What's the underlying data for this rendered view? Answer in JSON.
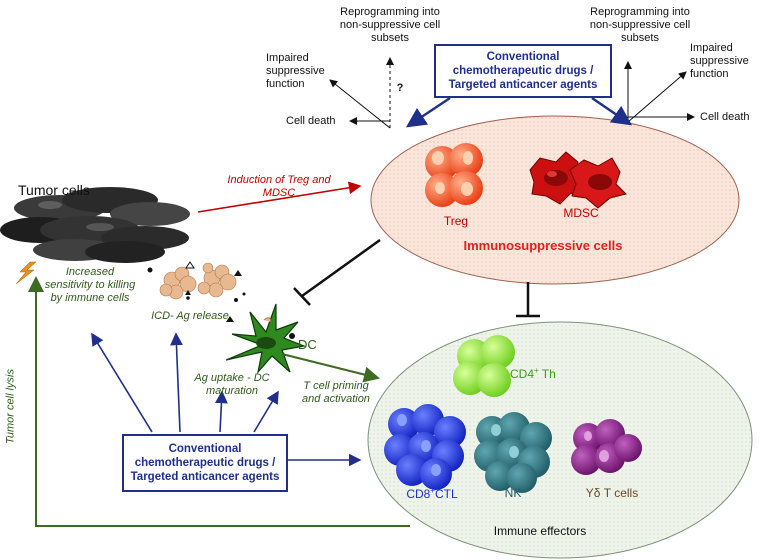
{
  "tumor": {
    "title": "Tumor cells",
    "sensitivity": "Increased sensitivity to killing by immune cells",
    "icd": "ICD- Ag release",
    "lysis": "Tumor cell lysis"
  },
  "dc": {
    "label": "DC",
    "uptake": "Ag uptake - DC maturation",
    "priming": "T cell priming and activation"
  },
  "drugs_box": {
    "line1": "Conventional",
    "line2": "chemotherapeutic drugs /",
    "line3": "Targeted anticancer agents"
  },
  "suppressive": {
    "induction": "Induction of Treg and MDSC",
    "treg": "Treg",
    "mdsc": "MDSC",
    "title": "Immunosuppressive cells"
  },
  "effects_left": {
    "reprogramming": "Reprogramming into non-suppressive cell subsets",
    "question": "?",
    "impaired": "Impaired suppressive function",
    "death": "Cell death"
  },
  "effects_right": {
    "reprogramming": "Reprogramming into non-suppressive cell subsets",
    "impaired": "Impaired suppressive function",
    "death": "Cell death"
  },
  "effectors": {
    "cd4": "CD4",
    "cd4_sup": "+",
    "cd4_suffix": " Th",
    "cd8": "CD8",
    "cd8_sup": "+",
    "cd8_suffix": "CTL",
    "nk": "NK",
    "gd": "Yδ T cells",
    "title": "Immune effectors"
  },
  "colors": {
    "navy": "#1f2f8a",
    "red": "#c00000",
    "green": "#2f5a1a",
    "treg": "#ff5a1f",
    "mdsc": "#cc1010"
  }
}
